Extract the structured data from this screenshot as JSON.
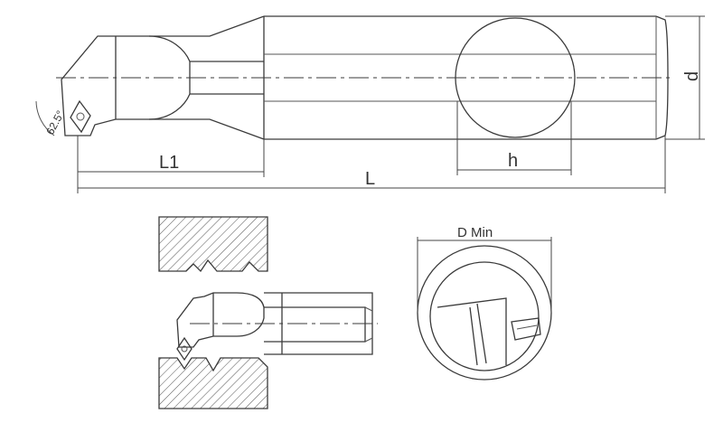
{
  "dimensions": {
    "d": "d",
    "L1": "L1",
    "L": "L",
    "h": "h",
    "angle": "62.5°",
    "bore": "D Min"
  }
}
